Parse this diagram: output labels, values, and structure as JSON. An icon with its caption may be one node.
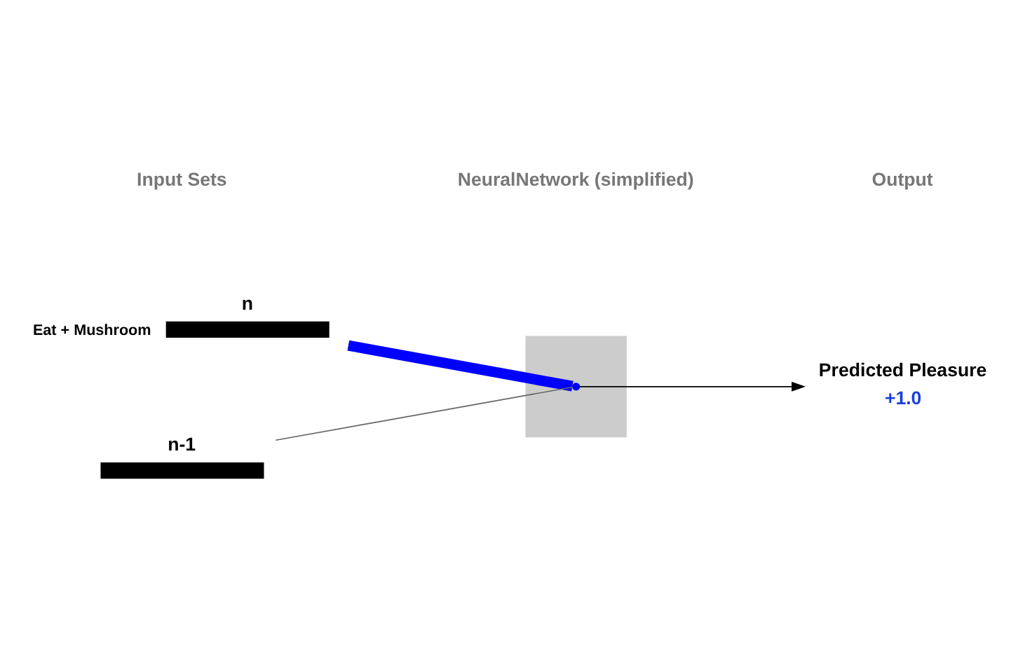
{
  "diagram": {
    "nodes": [
      {
        "text": [],
        "shape": "box"
      },
      {
        "text": [
          "n"
        ],
        "beside": [
          "Eat + Mushroom"
        ]
      },
      {
        "text": [
          "n-1"
        ]
      },
      {
        "text": [],
        "shape": "circle",
        "in": 0
      },
      {
        "text": [
          "Predicted Pleasure",
          "+1.0"
        ]
      }
    ],
    "edges": [
      {
        "from": 1,
        "to": 3,
        "arrow": "none",
        "style": "thick",
        "color": "#0000ff"
      },
      {
        "from": 2,
        "to": 3,
        "arrow": "none",
        "color": "#666666"
      },
      {
        "from": 3,
        "to": 4,
        "arrow": "to",
        "color": "#000000"
      }
    ],
    "labels": [
      "Input Sets",
      "NeuralNetwork (simplified)",
      "Output"
    ]
  }
}
